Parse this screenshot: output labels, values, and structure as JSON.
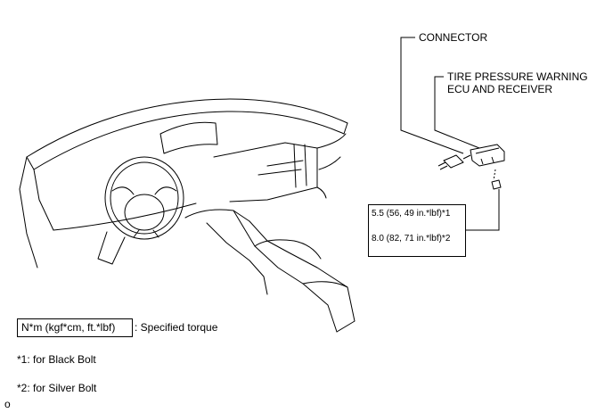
{
  "labels": {
    "connector": "CONNECTOR",
    "ecu_line1": "TIRE PRESSURE WARNING",
    "ecu_line2": "ECU AND RECEIVER"
  },
  "torque_box": {
    "black_bolt_value": "5.5 (56, 49 in.*lbf)*1",
    "silver_bolt_value": "8.0 (82, 71 in.*lbf)*2"
  },
  "legend": {
    "unit_box": "N*m (kgf*cm, ft.*lbf)",
    "unit_desc": ": Specified torque",
    "note1": "*1: for Black Bolt",
    "note2": "*2: for Silver Bolt"
  },
  "figure_code": "o"
}
